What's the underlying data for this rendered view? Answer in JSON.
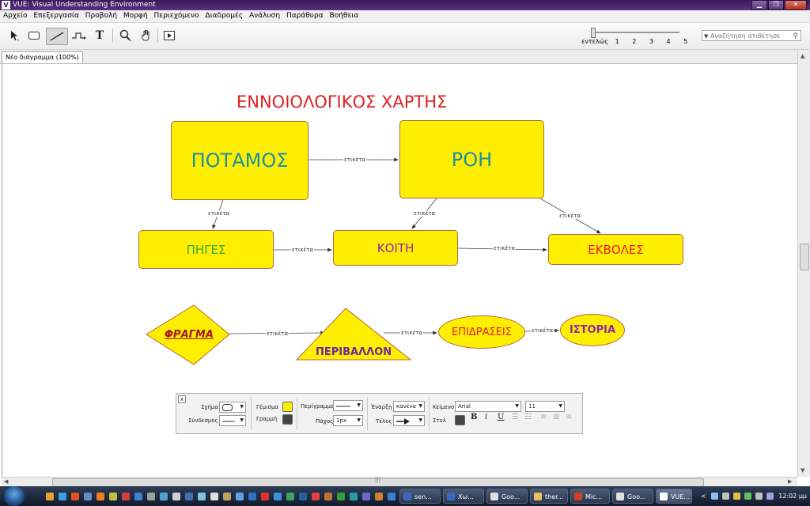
{
  "window": {
    "title": "VUE: Visual Understanding Environment",
    "app_icon": "V"
  },
  "menu": [
    "Αρχείο",
    "Επεξεργασία",
    "Προβολή",
    "Μορφή",
    "Περιεχόμενο",
    "Διαδρομές",
    "Ανάλυση",
    "Παράθυρα",
    "Βοήθεια"
  ],
  "toolbar": {
    "tools": [
      "pointer-icon",
      "rectangle-icon",
      "link-icon",
      "curved-link-icon",
      "text-icon",
      "zoom-icon",
      "hand-icon",
      "presentation-icon"
    ],
    "text_tool_glyph": "T",
    "zoom_label": "εντελώς",
    "zoom_levels": [
      "1",
      "2",
      "3",
      "4",
      "5"
    ],
    "search_placeholder": "Αναζήτηση ατιθέτησε"
  },
  "tab": {
    "label": "Νέο διάγραμμα (100%)"
  },
  "map": {
    "title": "ΕΝΝΟΙΟΛΟΓΙΚΟΣ ΧΑΡΤΗΣ",
    "link_label": "ετικέτα",
    "nodes": {
      "potamos": "ΠΟΤΑΜΟΣ",
      "roi": "ΡΟΗ",
      "piges": "ΠΗΓΕΣ",
      "koiti": "ΚΟΙΤΗ",
      "ekvoles": "ΕΚΒΟΛΕΣ",
      "fragma": "ΦΡΑΓΜΑ",
      "perivallon": "ΠΕΡΙΒΑΛΛΟΝ",
      "epidraseis": "ΕΠΙΔΡΑΣΕΙΣ",
      "istoria": "ΙΣΤΟΡΙΑ"
    },
    "colors": {
      "title": "#e02020",
      "node_fill": "#ffee00",
      "node_border": "#b06a3a",
      "teal": "#1a8fa8",
      "green": "#33aa33",
      "purple": "#8a2aa8",
      "red": "#e02020",
      "darkred": "#a01818",
      "darkpurple": "#6a2a9a"
    }
  },
  "format_bar": {
    "close": "x",
    "shape_label": "Σχήμα",
    "connector_label": "Σύνδεσμος",
    "fill_label": "Γέμισμα",
    "line_label": "Γραμμή",
    "border_label": "Περίγραμμα",
    "thickness_label": "Πάχος",
    "thickness_value": "1px",
    "start_label": "Έναρξη",
    "start_value": "κανένα",
    "end_label": "Τέλος",
    "text_label": "Κείμενο",
    "style_label": "Στυλ",
    "font_value": "Arial",
    "size_value": "11",
    "bold": "B",
    "italic": "i",
    "underline": "U",
    "fill_color": "#ffee00",
    "line_color": "#444444"
  },
  "taskbar": {
    "buttons": [
      "sen...",
      "Χω...",
      "Goo...",
      "ther...",
      "Mic...",
      "Goo...",
      "VUE..."
    ],
    "clock": "12:02 μμ",
    "tray_chevron": "<"
  }
}
